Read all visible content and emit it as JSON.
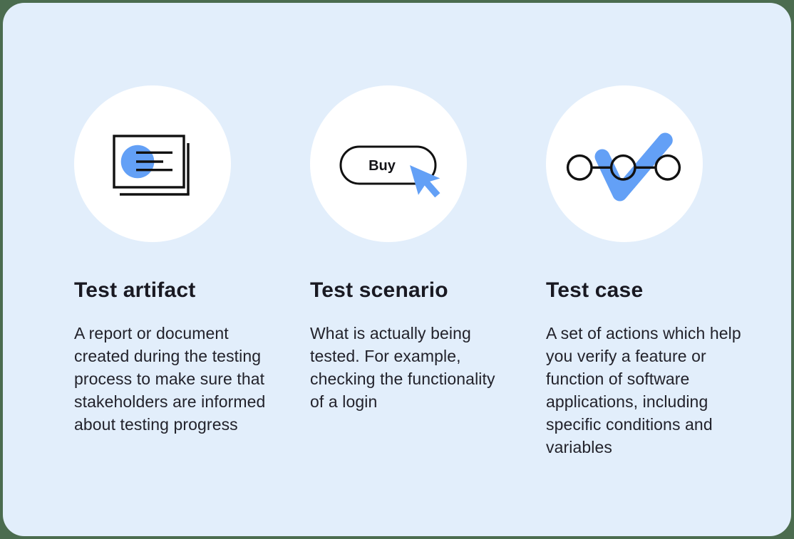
{
  "page": {
    "background_color": "#4b6c4f",
    "card_background_color": "#e2eefb"
  },
  "colors": {
    "accent_blue": "#63a0f6",
    "icon_outline": "#111111",
    "icon_circle_background": "#ffffff",
    "title_text": "#191922",
    "body_text": "#22222b"
  },
  "columns": [
    {
      "id": "test-artifact",
      "icon": "stacked-document-icon",
      "title": "Test artifact",
      "description": "A report or document created during the testing process to make sure that stakeholders are informed about testing progress"
    },
    {
      "id": "test-scenario",
      "icon": "buy-button-click-icon",
      "button_label": "Buy",
      "title": "Test scenario",
      "description": "What is actually being tested. For example, checking the functionality of  a login"
    },
    {
      "id": "test-case",
      "icon": "checkmark-steps-icon",
      "title": "Test case",
      "description": "A set of actions which help you verify a feature or function of software applications, including specific conditions and variables"
    }
  ]
}
